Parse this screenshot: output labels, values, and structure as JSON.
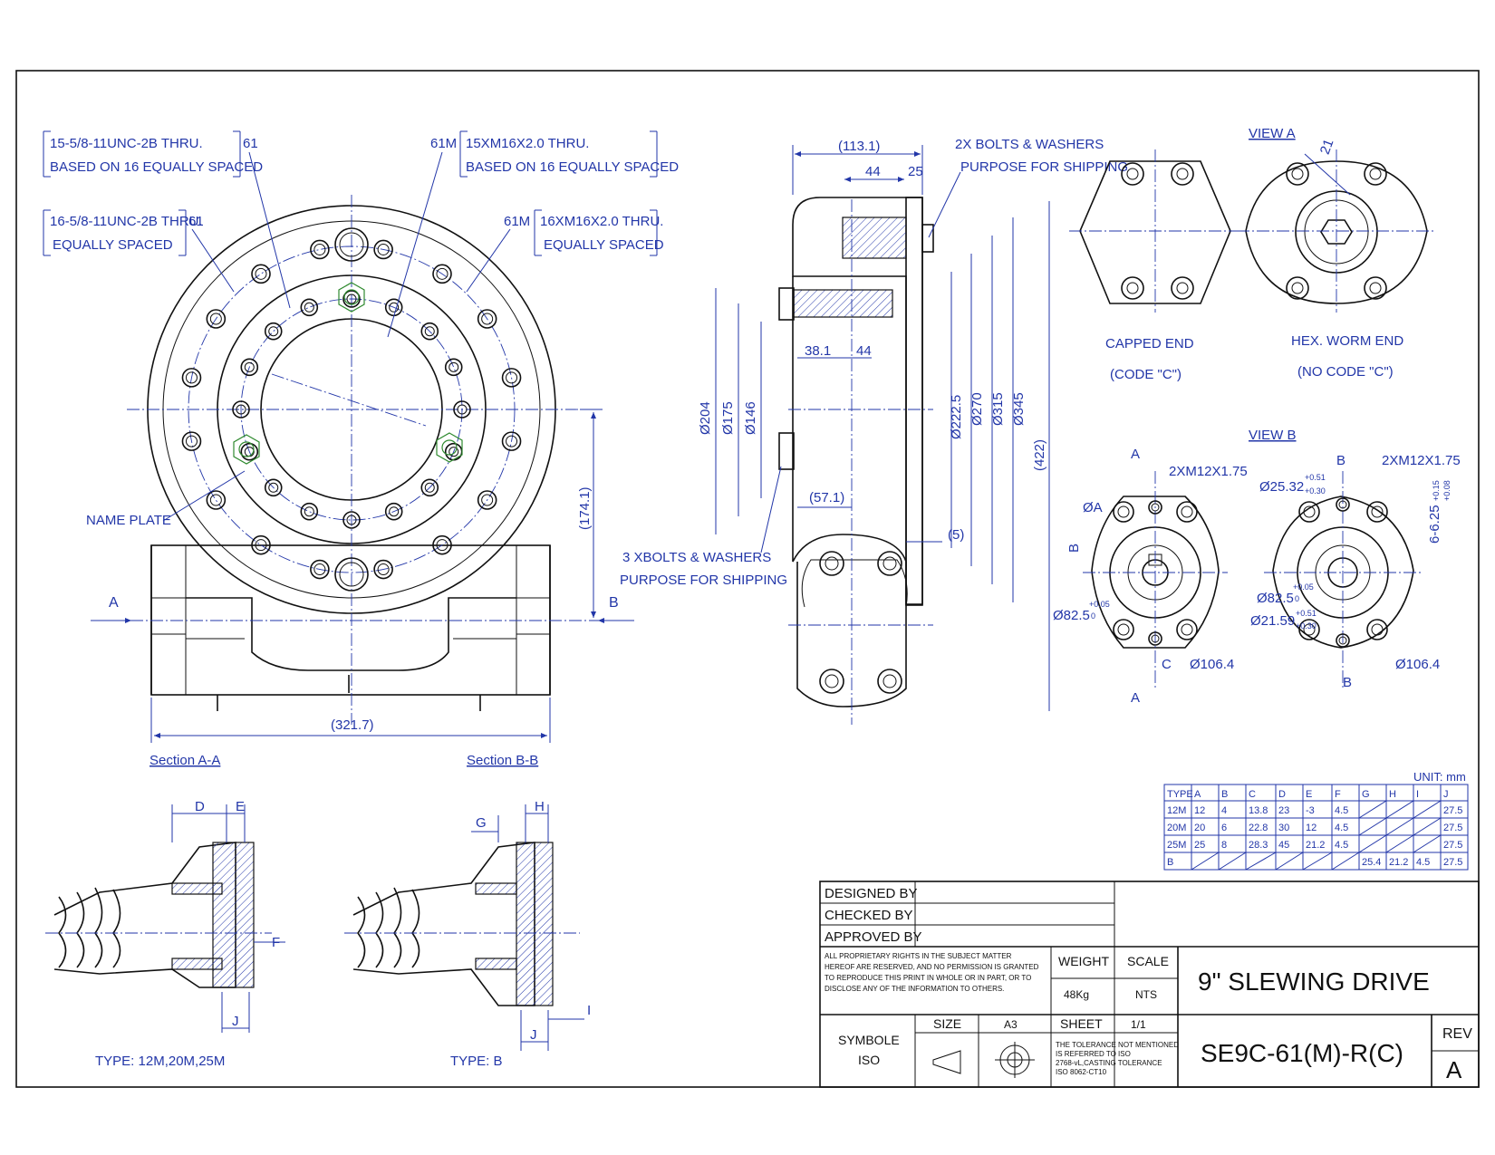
{
  "callouts": {
    "top_left_1_line1": "15-5/8-11UNC-2B THRU.",
    "top_left_1_line2": "BASED ON 16 EQUALLY SPACED",
    "top_left_1_tag": "61",
    "top_left_2_line1": "16-5/8-11UNC-2B THRU.",
    "top_left_2_line2": "EQUALLY SPACED",
    "top_left_2_tag": "61",
    "top_right_1_line1": "15XM16X2.0 THRU.",
    "top_right_1_line2": "BASED ON 16 EQUALLY SPACED",
    "top_right_1_tag": "61M",
    "top_right_2_line1": "16XM16X2.0 THRU.",
    "top_right_2_line2": "EQUALLY SPACED",
    "top_right_2_tag": "61M",
    "name_plate": "NAME PLATE",
    "bolts_3_line1": "3 XBOLTS & WASHERS",
    "bolts_3_line2": "PURPOSE FOR SHIPPING",
    "bolts_2_line1": "2X BOLTS & WASHERS",
    "bolts_2_line2": "PURPOSE FOR SHIPPING"
  },
  "front_view": {
    "section_a": "A",
    "section_b": "B",
    "dim_width": "(321.7)",
    "dim_height": "(174.1)",
    "section_aa": "Section A-A",
    "section_bb": "Section B-B"
  },
  "side_view": {
    "dim_113": "(113.1)",
    "dim_44_top": "44",
    "dim_25": "25",
    "dim_38": "38.1",
    "dim_44_mid": "44",
    "dim_571": "(57.1)",
    "dim_5": "(5)",
    "dia_204": "Ø204",
    "dia_175": "Ø175",
    "dia_146": "Ø146",
    "dia_2225": "Ø222.5",
    "dia_270": "Ø270",
    "dia_315": "Ø315",
    "dia_345": "Ø345",
    "dim_422": "(422)"
  },
  "views": {
    "view_a": "VIEW A",
    "view_b": "VIEW B",
    "capped_end": "CAPPED END",
    "capped_code": "(CODE \"C\")",
    "hex_end": "HEX. WORM END",
    "hex_code": "(NO CODE \"C\")",
    "angle_21": "21",
    "vb_a": "A",
    "vb_b": "B",
    "vb_c": "C",
    "vb_dia_a": "ØA",
    "vb_thread_1": "2XM12X1.75",
    "vb_thread_2": "2XM12X1.75",
    "vb_dia_825_1": "Ø82.5",
    "vb_tol_825_1": "+0.05",
    "vb_tol_825_1b": "0",
    "vb_dia_825_2": "Ø82.5",
    "vb_tol_825_2": "+0.05",
    "vb_tol_825_2b": "0",
    "vb_dia_1064_1": "Ø106.4",
    "vb_dia_1064_2": "Ø106.4",
    "vb_dia_2532": "Ø25.32",
    "vb_tol_2532": "+0.51",
    "vb_tol_2532b": "+0.30",
    "vb_dia_2159": "Ø21.59",
    "vb_tol_2159": "+0.51",
    "vb_tol_2159b": "+0.30",
    "vb_spline": "6-6.25",
    "vb_spline_tol": "+0.15",
    "vb_spline_tolb": "+0.08"
  },
  "details": {
    "d_label": "D",
    "e_label": "E",
    "f_label": "F",
    "j_label_1": "J",
    "g_label": "G",
    "h_label": "H",
    "i_label": "I",
    "j_label_2": "J",
    "type_1": "TYPE: 12M,20M,25M",
    "type_2": "TYPE: B"
  },
  "table": {
    "unit": "UNIT:  mm",
    "headers": [
      "TYPE",
      "A",
      "B",
      "C",
      "D",
      "E",
      "F",
      "G",
      "H",
      "I",
      "J"
    ],
    "rows": [
      [
        "12M",
        "12",
        "4",
        "13.8",
        "23",
        "-3",
        "4.5",
        "",
        "",
        "",
        "27.5"
      ],
      [
        "20M",
        "20",
        "6",
        "22.8",
        "30",
        "12",
        "4.5",
        "",
        "",
        "",
        "27.5"
      ],
      [
        "25M",
        "25",
        "8",
        "28.3",
        "45",
        "21.2",
        "4.5",
        "",
        "",
        "",
        "27.5"
      ],
      [
        "B",
        "",
        "",
        "",
        "",
        "",
        "",
        "25.4",
        "21.2",
        "4.5",
        "27.5"
      ]
    ]
  },
  "title_block": {
    "designed_by": "DESIGNED BY",
    "checked_by": "CHECKED BY",
    "approved_by": "APPROVED BY",
    "rights_1": "ALL PROPRIETARY RIGHTS IN THE SUBJECT MATTER",
    "rights_2": "HEREOF ARE RESERVED, AND NO PERMISSION IS GRANTED",
    "rights_3": "TO REPRODUCE THIS PRINT IN WHOLE OR IN PART, OR TO",
    "rights_4": "DISCLOSE ANY OF THE INFORMATION TO OTHERS.",
    "weight_label": "WEIGHT",
    "weight_value": "48Kg",
    "scale_label": "SCALE",
    "scale_value": "NTS",
    "title": "9\" SLEWING DRIVE",
    "symbole": "SYMBOLE",
    "iso": "ISO",
    "size_label": "SIZE",
    "size_value": "A3",
    "sheet_label": "SHEET",
    "sheet_value": "1/1",
    "tol_1": "THE TOLERANCE NOT MENTIONED",
    "tol_2": "IS REFERRED TO ISO",
    "tol_3": "2768-vL,CASTING TOLERANCE",
    "tol_4": "ISO 8062-CT10",
    "part_number": "SE9C-61(M)-R(C)",
    "rev_label": "REV",
    "rev_value": "A"
  }
}
